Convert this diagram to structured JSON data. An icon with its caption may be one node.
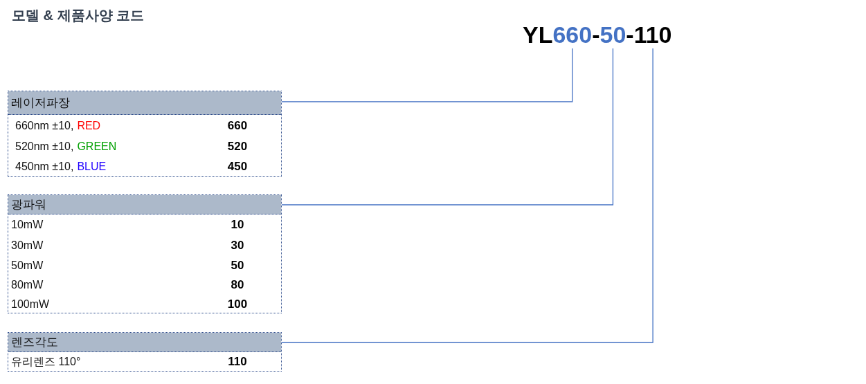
{
  "diagram": {
    "title": "모델 & 제품사양 코드",
    "nodes": [
      {
        "text": [
          "레이저파장",
          "660nm ±10,",
          "RED",
          "660",
          "520nm ±10,",
          "GREEN",
          "520",
          "450nm ±10,",
          "BLUE",
          "450"
        ]
      },
      {
        "text": [
          "광파워",
          "10mW",
          "10",
          "30mW",
          "30",
          "50mW",
          "50",
          "80mW",
          "80",
          "100mW",
          "100"
        ]
      },
      {
        "text": [
          "렌즈각도",
          "유리렌즈 110°",
          "110"
        ]
      },
      {
        "text": [
          "YL",
          "660",
          "-",
          "50",
          "-",
          "110"
        ]
      }
    ],
    "edges": [
      {
        "from": 0,
        "to": 3,
        "arrow": "none"
      },
      {
        "from": 1,
        "to": 3,
        "arrow": "none"
      },
      {
        "from": 2,
        "to": 3,
        "arrow": "none"
      }
    ]
  }
}
